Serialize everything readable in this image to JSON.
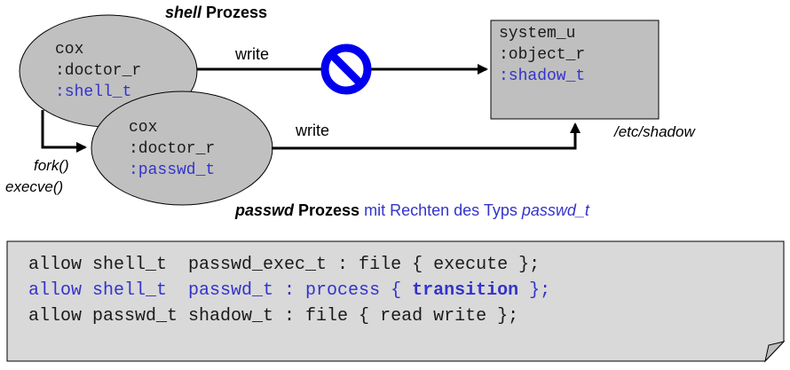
{
  "shell_process": {
    "title_italic": "shell",
    "title_rest": " Prozess",
    "line1": "cox",
    "line2": ":doctor_r",
    "line3": ":shell_t"
  },
  "passwd_process": {
    "line1": "cox",
    "line2": ":doctor_r",
    "line3": ":passwd_t",
    "title_bold_italic": "passwd",
    "title_bold": " Prozess",
    "title_blue": " mit Rechten des Typs ",
    "title_blue_italic": "passwd_t"
  },
  "shadow_file": {
    "line1": "system_u",
    "line2": ":object_r",
    "line3": ":shadow_t",
    "caption": "/etc/shadow"
  },
  "arrows": {
    "write_top": "write",
    "write_bottom": "write",
    "fork": "fork()",
    "execve": "execve()"
  },
  "policy": {
    "rule1": "allow shell_t  passwd_exec_t : file { execute };",
    "rule2_pre": "allow shell_t  passwd_t : process { ",
    "rule2_bold": "transition",
    "rule2_post": " };",
    "rule3": "allow passwd_t shadow_t : file { read write };"
  },
  "colors": {
    "oval_fill": "#c0c0c0",
    "box_fill": "#bfbfbf",
    "policy_fill": "#d9d9d9",
    "blue": "#3333cc",
    "forbidden": "#0000ee"
  }
}
